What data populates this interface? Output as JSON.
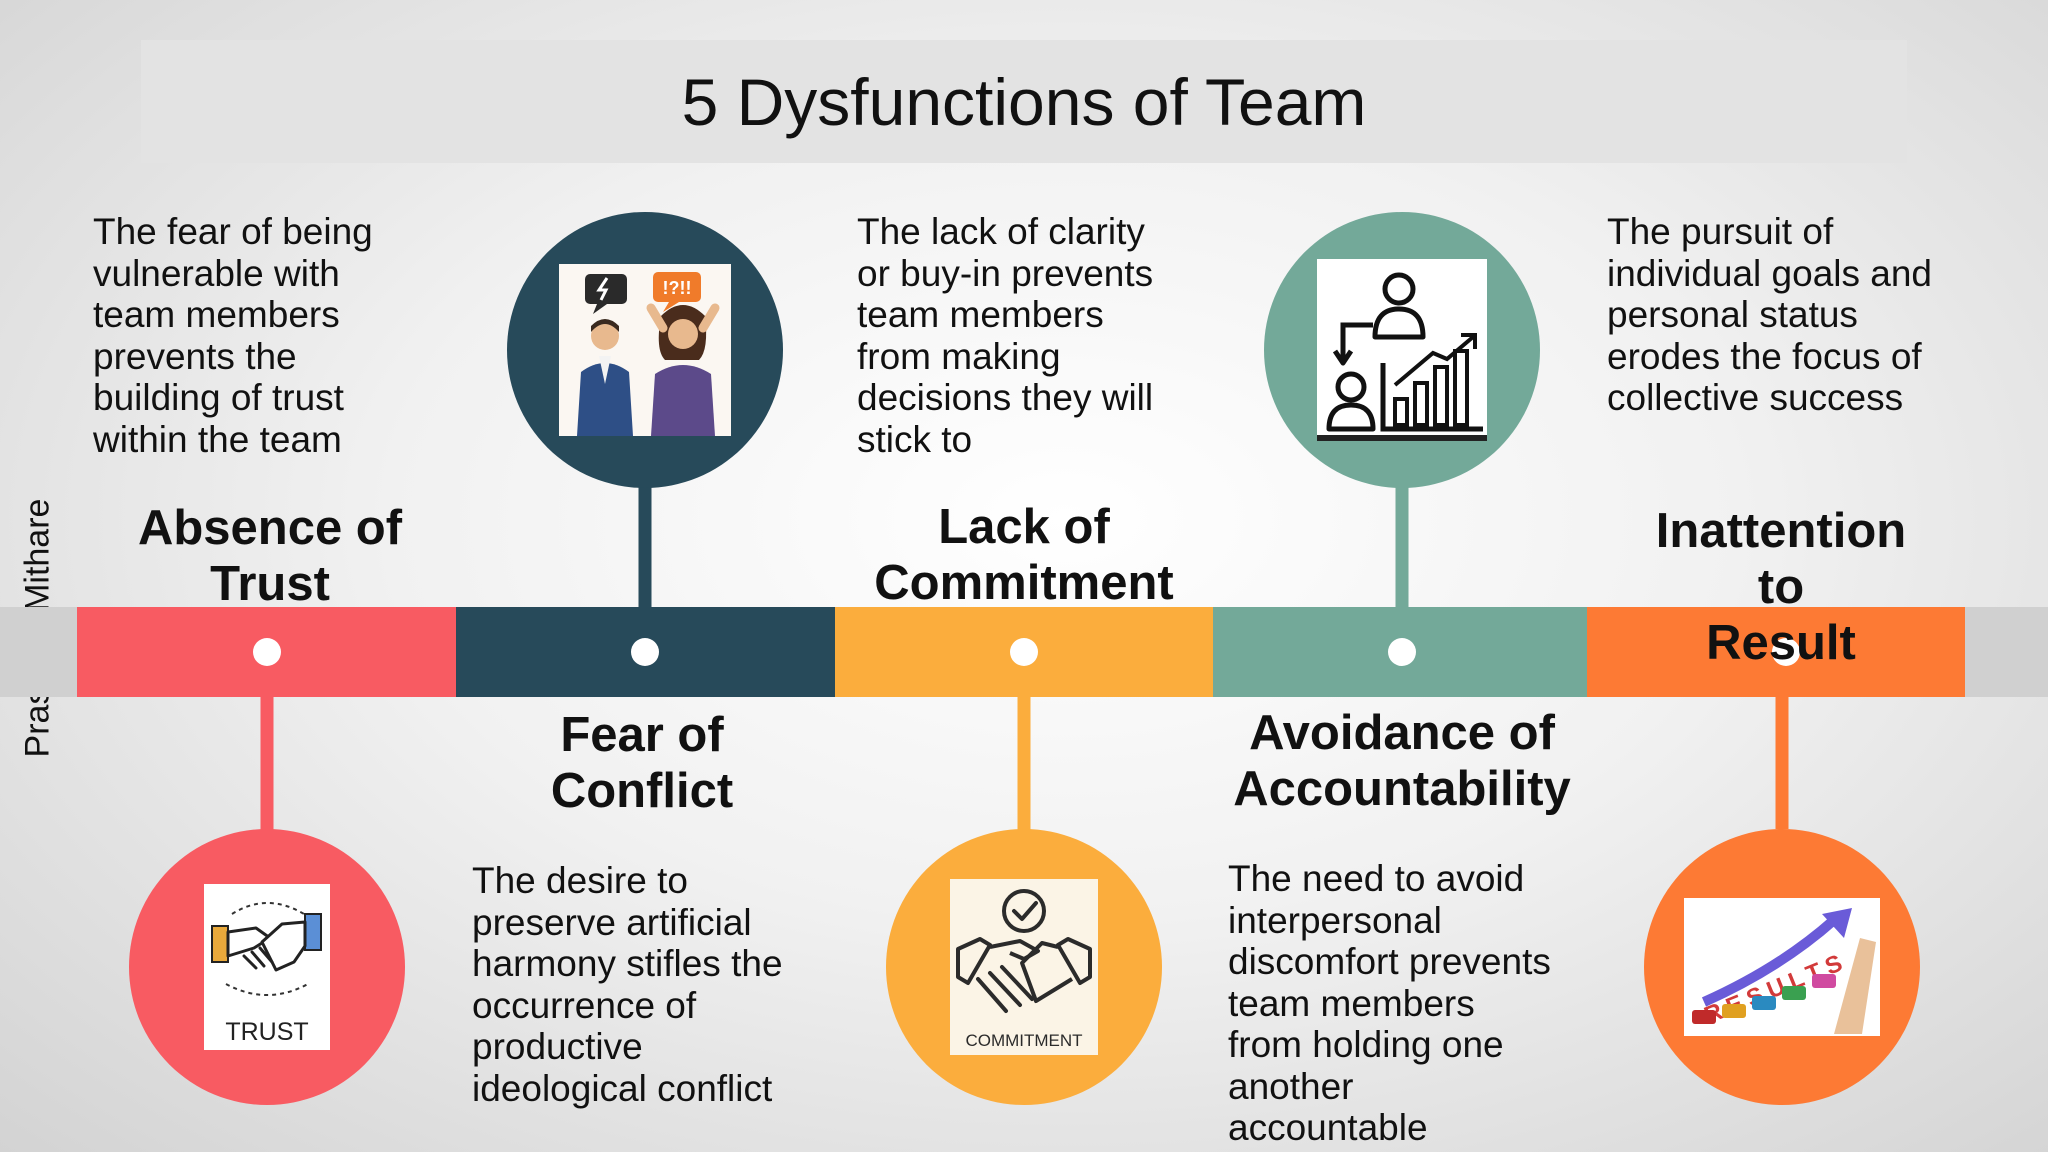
{
  "title": "5 Dysfunctions of Team",
  "side_label": "Prashant Mithare",
  "colors": {
    "trust": "#f85b62",
    "conflict": "#274a5a",
    "commitment": "#fbad3d",
    "accountability": "#73a999",
    "results": "#fd7a34"
  },
  "stages": [
    {
      "heading": "Absence of\nTrust",
      "description": "The fear of being\nvulnerable with\nteam members\nprevents the\nbuilding of trust\nwithin the team",
      "icon_caption": "TRUST",
      "icon": "handshake-icon"
    },
    {
      "heading": "Fear of\nConflict",
      "description": "The desire to\npreserve artificial\nharmony stifles the\noccurrence of\nproductive\nideological conflict",
      "icon_caption": "",
      "speech_text": "!?!!",
      "icon": "arguing-people-icon"
    },
    {
      "heading": "Lack of\nCommitment",
      "description": "The lack of clarity\nor buy-in prevents\nteam members\nfrom making\ndecisions they will\nstick to",
      "icon_caption": "COMMITMENT",
      "icon": "handshake-check-icon"
    },
    {
      "heading": "Avoidance of\nAccountability",
      "description": "The need to avoid\ninterpersonal\ndiscomfort prevents\nteam members\nfrom holding one\nanother\naccountable",
      "icon_caption": "",
      "icon": "people-growth-chart-icon"
    },
    {
      "heading": "Inattention to\nResult",
      "description": "The pursuit of\nindividual goals and\npersonal status\nerodes the focus of\ncollective success",
      "icon_caption": "",
      "results_word": "RESULTS",
      "icon": "results-arrow-icon"
    }
  ]
}
